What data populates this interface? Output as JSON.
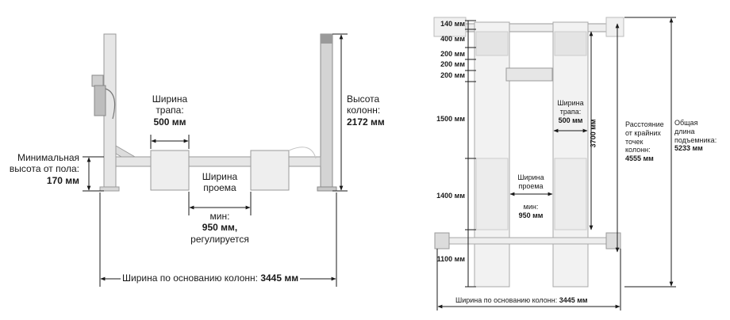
{
  "front_view": {
    "trap_width": {
      "label": "Ширина",
      "label2": "трапа:",
      "value": "500 мм"
    },
    "column_height": {
      "label": "Высота",
      "label2": "колонн:",
      "value": "2172 мм"
    },
    "min_height": {
      "label": "Минимальная",
      "label2": "высота от пола:",
      "value": "170 мм"
    },
    "opening": {
      "label": "Ширина",
      "label2": "проема",
      "label3": "мин:",
      "value": "950 мм,",
      "note": "регулируется"
    },
    "base_width": {
      "label": "Ширина по основанию колонн:",
      "value": "3445 мм"
    }
  },
  "top_view": {
    "left_dims": [
      "140 мм",
      "400 мм",
      "200 мм",
      "200 мм",
      "200 мм",
      "1500 мм",
      "1400 мм",
      "1100 мм"
    ],
    "trap_width": {
      "label": "Ширина",
      "label2": "трапа:",
      "value": "500 мм"
    },
    "runway_length": "3700 мм",
    "opening": {
      "label": "Ширина",
      "label2": "проема",
      "label3": "мин:",
      "value": "950 мм"
    },
    "outer_distance": {
      "l1": "Расстояние",
      "l2": "от крайних",
      "l3": "точек",
      "l4": "колонн:",
      "value": "4555 мм"
    },
    "total_length": {
      "l1": "Общая",
      "l2": "длина",
      "l3": "подъемника:",
      "value": "5233 мм"
    },
    "base_width": {
      "label": "Ширина по основанию колонн:",
      "value": "3445 мм"
    }
  },
  "colors": {
    "line": "#1a1a1a",
    "body": "#e8e8e8",
    "edge": "#9a9a9a",
    "pale": "#f1f1f1"
  }
}
